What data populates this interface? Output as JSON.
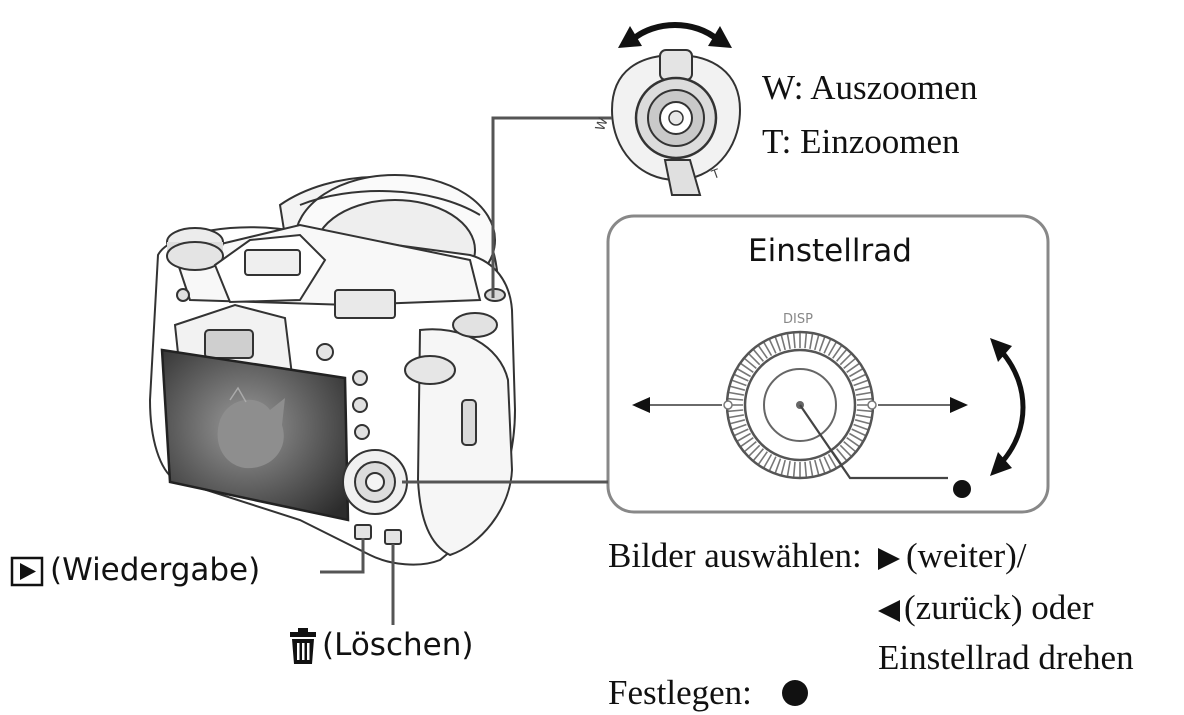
{
  "zoom": {
    "wide": "W: Auszoomen",
    "tele": "T: Einzoomen",
    "lever_w": "W",
    "lever_t": "T"
  },
  "control_wheel": {
    "title": "Einstellrad",
    "disp_label": "DISP"
  },
  "instructions": {
    "select_prefix": "Bilder auswählen:",
    "next": "(weiter)/",
    "prev": "(zurück) oder",
    "rotate": "Einstellrad drehen",
    "confirm": "Festlegen:"
  },
  "buttons": {
    "playback": "(Wiedergabe)",
    "delete": "(Löschen)"
  },
  "icons": {
    "playback": "play-icon",
    "delete": "trash-icon",
    "next_arrow": "triangle-right-icon",
    "prev_arrow": "triangle-left-icon",
    "confirm": "filled-circle-icon",
    "rotation": "curved-double-arrow-icon"
  }
}
